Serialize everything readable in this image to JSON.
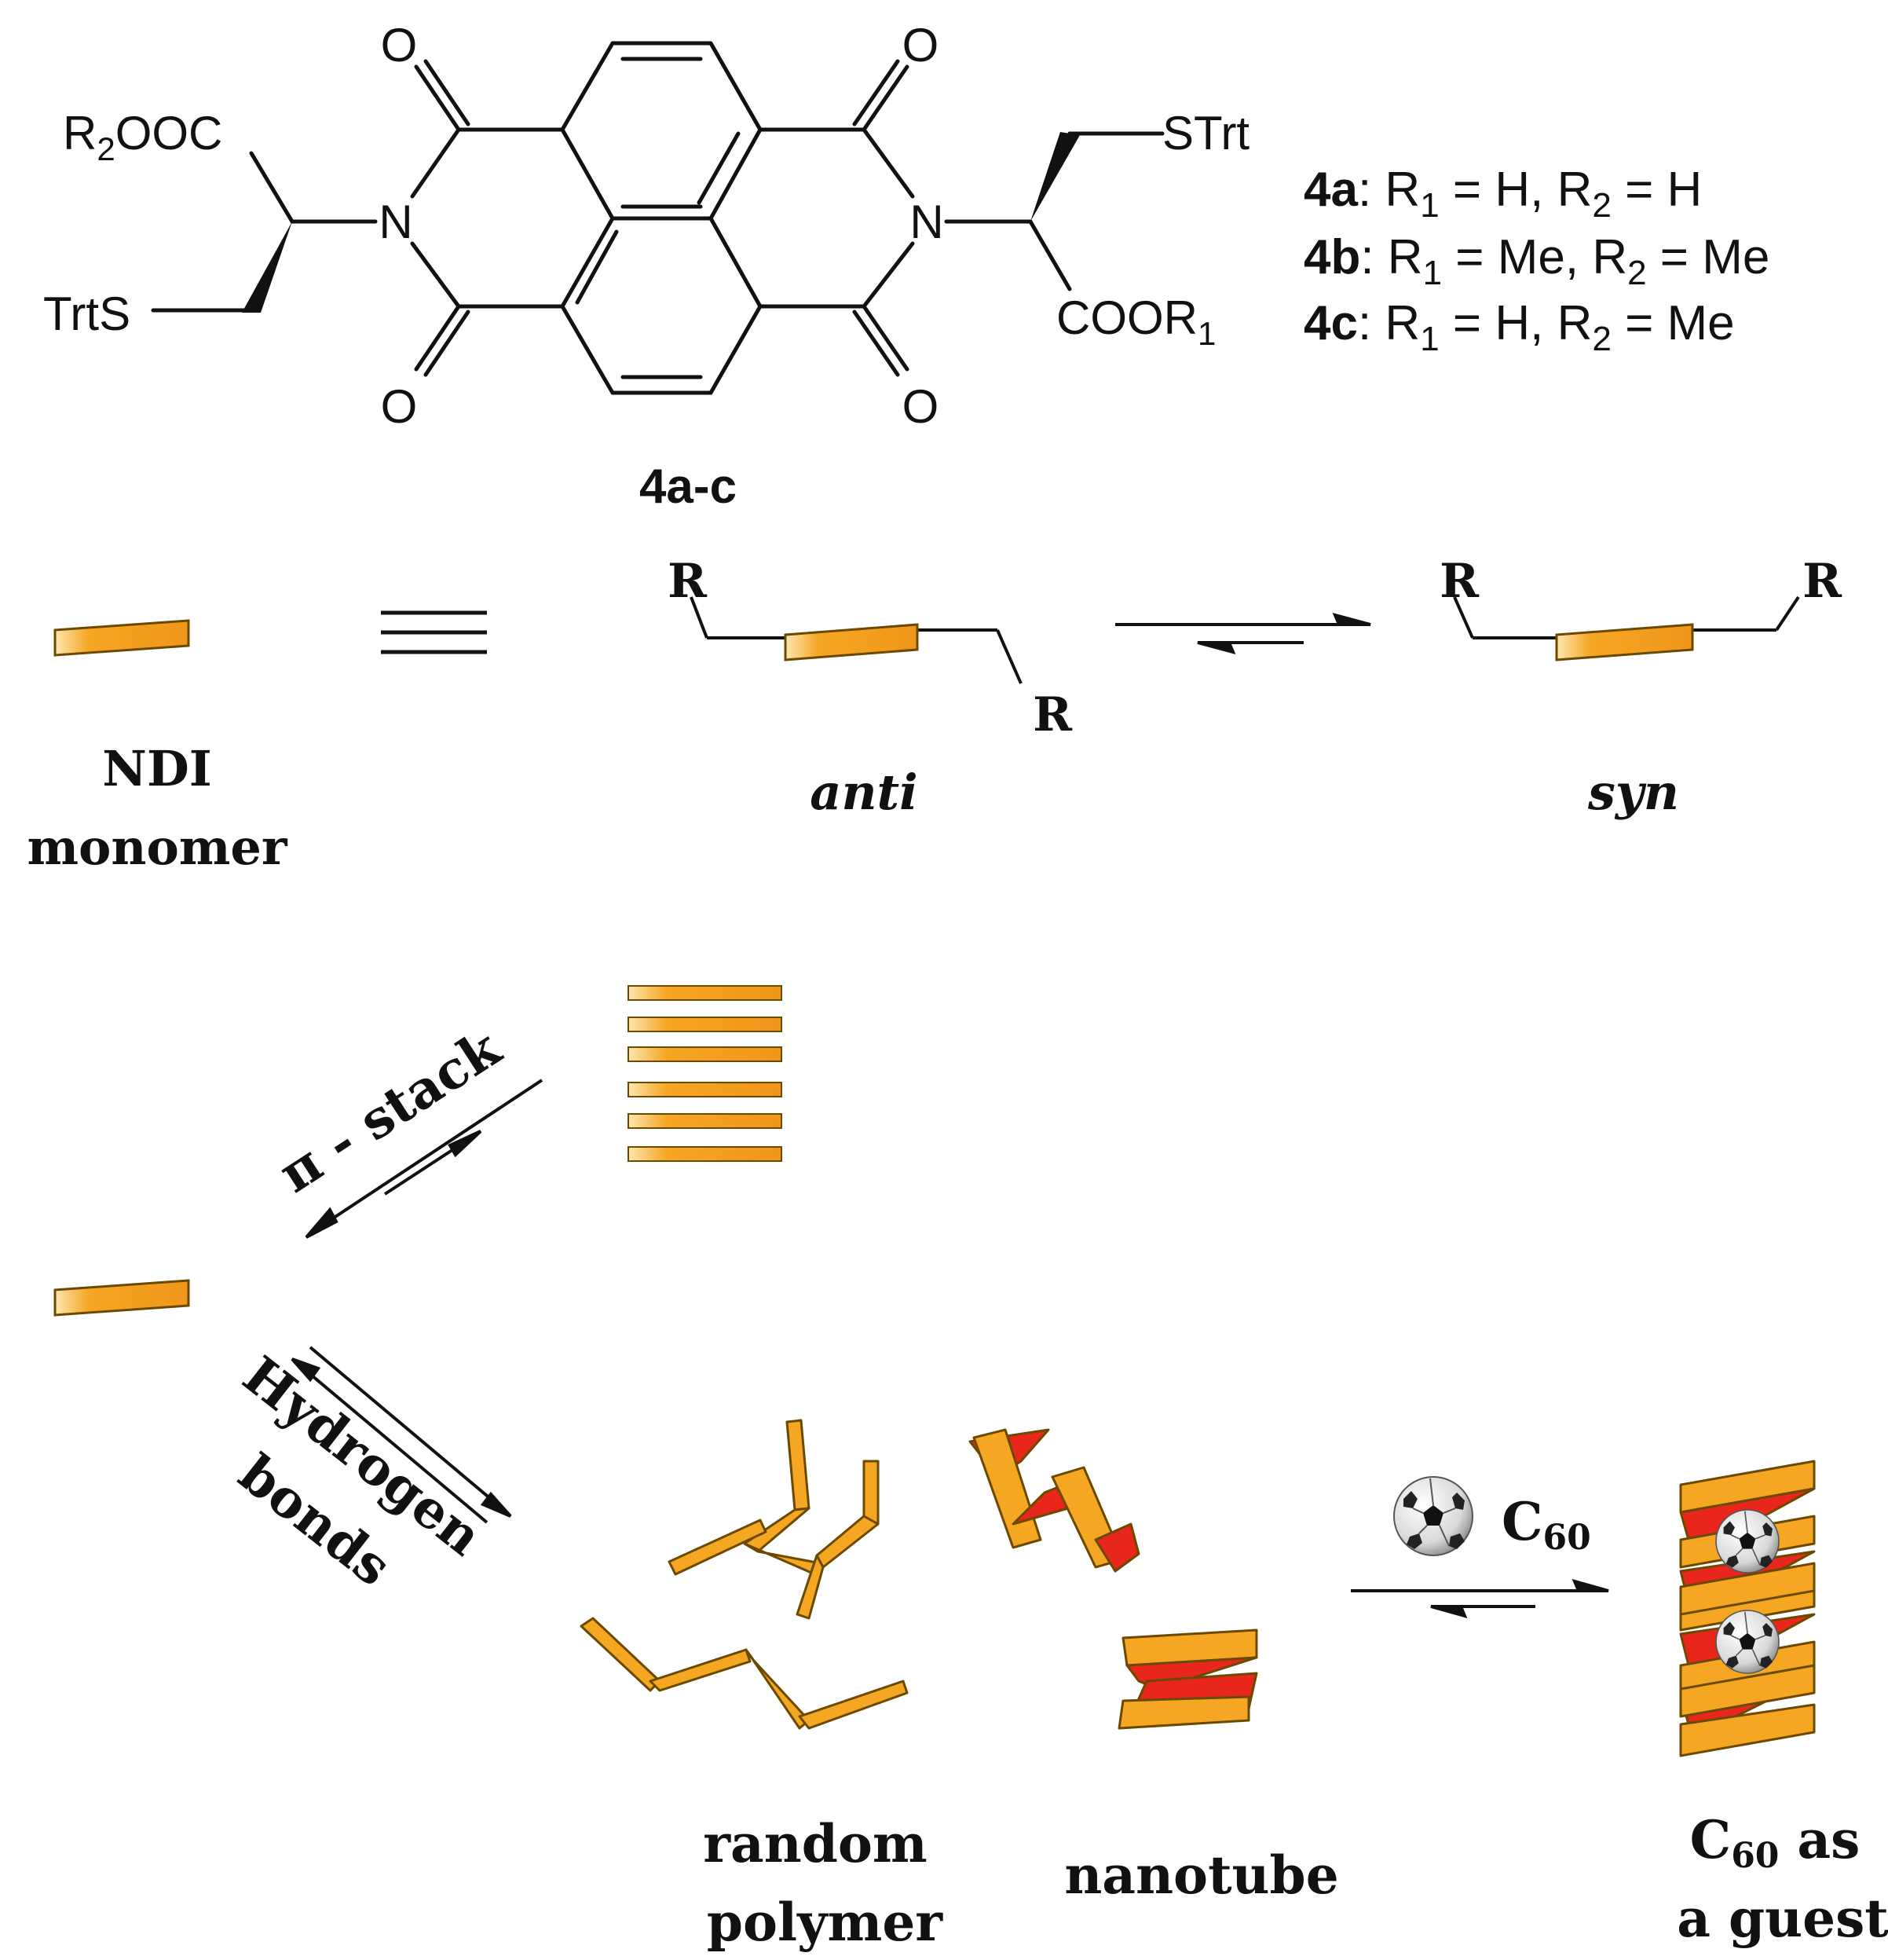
{
  "structure": {
    "compound_label": "4a-c",
    "left_ester": "R2OOC",
    "left_thio": "TrtS",
    "right_thio": "STrt",
    "right_ester": "COOR1",
    "atoms": {
      "oxygen": "O",
      "nitrogen": "N"
    },
    "variants": [
      {
        "id": "4a",
        "r1": "H",
        "r2": "H"
      },
      {
        "id": "4b",
        "r1": "Me",
        "r2": "Me"
      },
      {
        "id": "4c",
        "r1": "H",
        "r2": "Me"
      }
    ],
    "variant_sep": ": R",
    "r1_sub": "1",
    "r2_sub": "2",
    "eq": " = ",
    "comma": ", R"
  },
  "conformers": {
    "monomer_label_1": "NDI",
    "monomer_label_2": "monomer",
    "r_group": "R",
    "anti_label": "anti",
    "syn_label": "syn"
  },
  "assembly": {
    "pi_stack_label": "π - stack",
    "hbond_label_1": "Hydrogen",
    "hbond_label_2": "bonds",
    "random_polymer_1": "random",
    "random_polymer_2": "polymer",
    "nanotube_label": "nanotube",
    "c60_label_main": "C",
    "c60_label_sub": "60",
    "guest_label_1_rest": " as",
    "guest_label_2": "a guest"
  },
  "colors": {
    "ndi_bar": "#f5a623",
    "ribbon_red": "#e8261c",
    "line": "#111111"
  },
  "icons": [
    "ndi-bar-icon",
    "soccer-ball-icon",
    "equilibrium-arrow-icon",
    "helix-ribbon-icon"
  ]
}
